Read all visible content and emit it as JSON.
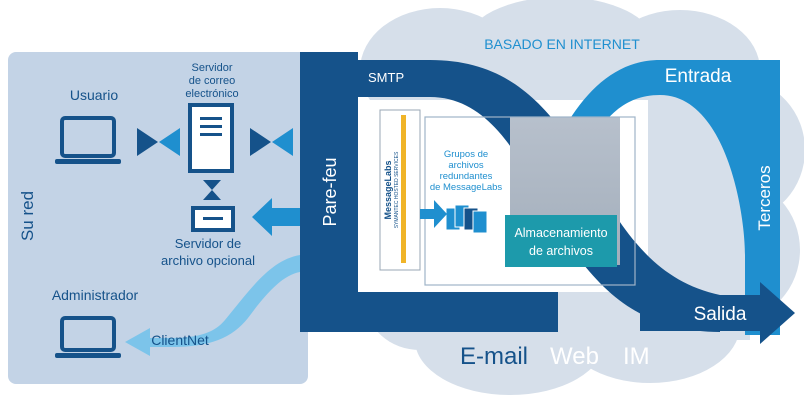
{
  "cloud": {
    "title": "BASADO EN INTERNET",
    "services": [
      "E-mail",
      "Web",
      "IM"
    ]
  },
  "network": {
    "label": "Su red",
    "user": "Usuario",
    "mail_server": [
      "Servidor",
      "de correo",
      "electrónico"
    ],
    "file_server": [
      "Servidor de",
      "archivo opcional"
    ],
    "admin": "Administrador",
    "clientnet": "ClientNet"
  },
  "firewall": "Pare-feu",
  "smtp": "SMTP",
  "messagelabs": {
    "brand": "MessageLabs",
    "tagline": "SYMANTEC HOSTED SERVICES",
    "groups": [
      "Grupos de",
      "archivos",
      "redundantes",
      "de MessageLabs"
    ],
    "storage": [
      "Almacenamiento",
      "de archivos"
    ]
  },
  "flows": {
    "inbound": "Entrada",
    "outbound": "Salida",
    "third_parties": "Terceros"
  },
  "colors": {
    "dark_blue": "#15528a",
    "mid_blue": "#1f8fcf",
    "light_blue": "#7cc4ea",
    "cloud": "#d6dfea",
    "panel": "#c3d3e6",
    "teal": "#1d9aab"
  }
}
